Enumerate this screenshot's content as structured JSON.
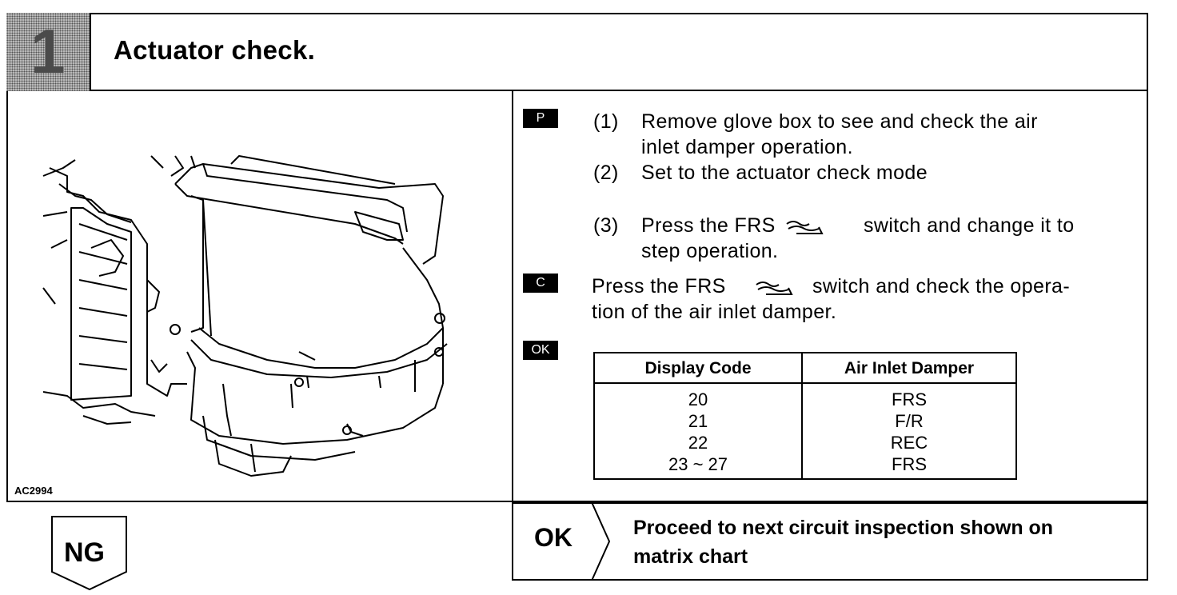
{
  "header": {
    "step_number": "1",
    "title": "Actuator check."
  },
  "figure": {
    "label": "AC2994",
    "description_icon": "heater-blower-unit-illustration"
  },
  "procedure": {
    "p_code": "P",
    "c_code": "C",
    "ok_code": "OK",
    "steps": [
      {
        "num": "(1)",
        "line1": "Remove glove box to see and check the air",
        "line2": "inlet damper operation."
      },
      {
        "num": "(2)",
        "line1": "Set to the actuator check mode"
      },
      {
        "num": "(3)",
        "line1a": "Press the FRS",
        "line1b": "switch and change it to",
        "line2": "step operation."
      }
    ],
    "check": {
      "line1a": "Press the FRS",
      "line1b": "switch and check the opera-",
      "line2": "tion of the air inlet damper."
    }
  },
  "table": {
    "headers": [
      "Display Code",
      "Air Inlet Damper"
    ],
    "rows": [
      [
        "20",
        "FRS"
      ],
      [
        "21",
        "F/R"
      ],
      [
        "22",
        "REC"
      ],
      [
        "23 ~ 27",
        "FRS"
      ]
    ]
  },
  "result_ok": {
    "label": "OK",
    "text_line1": "Proceed to next circuit inspection shown on",
    "text_line2": "matrix chart"
  },
  "result_ng": {
    "label": "NG"
  }
}
